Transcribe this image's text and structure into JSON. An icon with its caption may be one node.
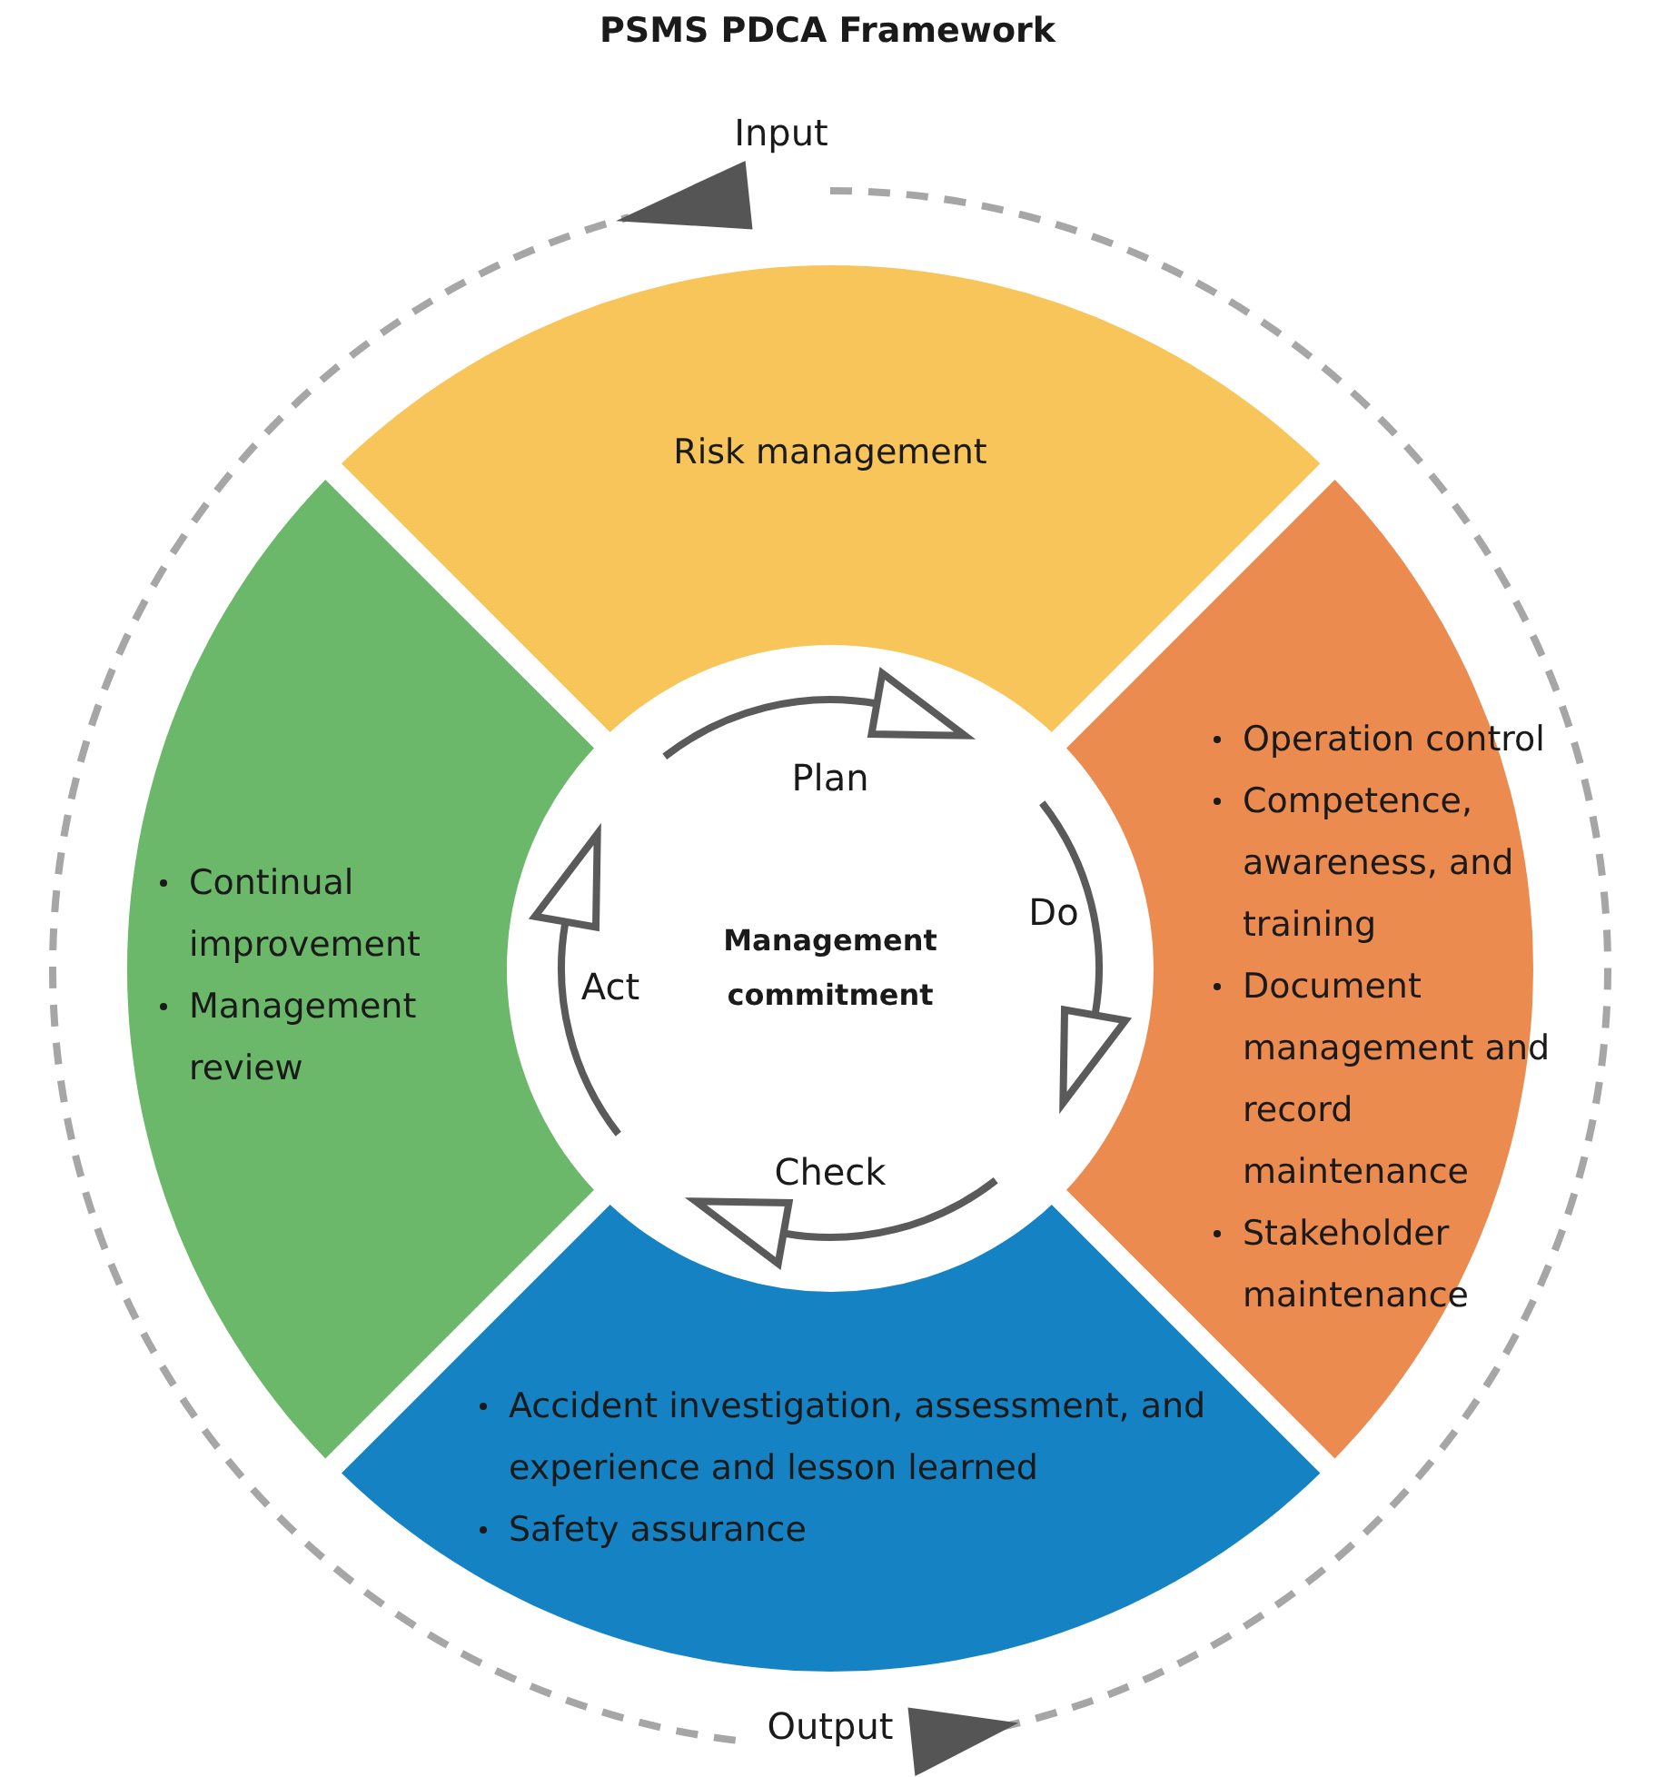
{
  "diagram": {
    "title": "PSMS PDCA Framework",
    "nodes": [
      {
        "text": [
          "Risk management"
        ]
      },
      {
        "text": [
          "Continual improvement",
          "Management review"
        ]
      },
      {
        "text": [
          "Management commitment"
        ]
      },
      {
        "text": [
          "Operation control",
          "Competence, awareness, and training",
          "Document management and record maintenance",
          "Stakeholder maintenance"
        ]
      },
      {
        "text": [
          "Accident investigation, assessment, and experience and lesson learned",
          "Safety assurance"
        ]
      }
    ],
    "labels": [
      "Input",
      "Plan",
      "Do",
      "Act",
      "Check",
      "Output"
    ]
  }
}
